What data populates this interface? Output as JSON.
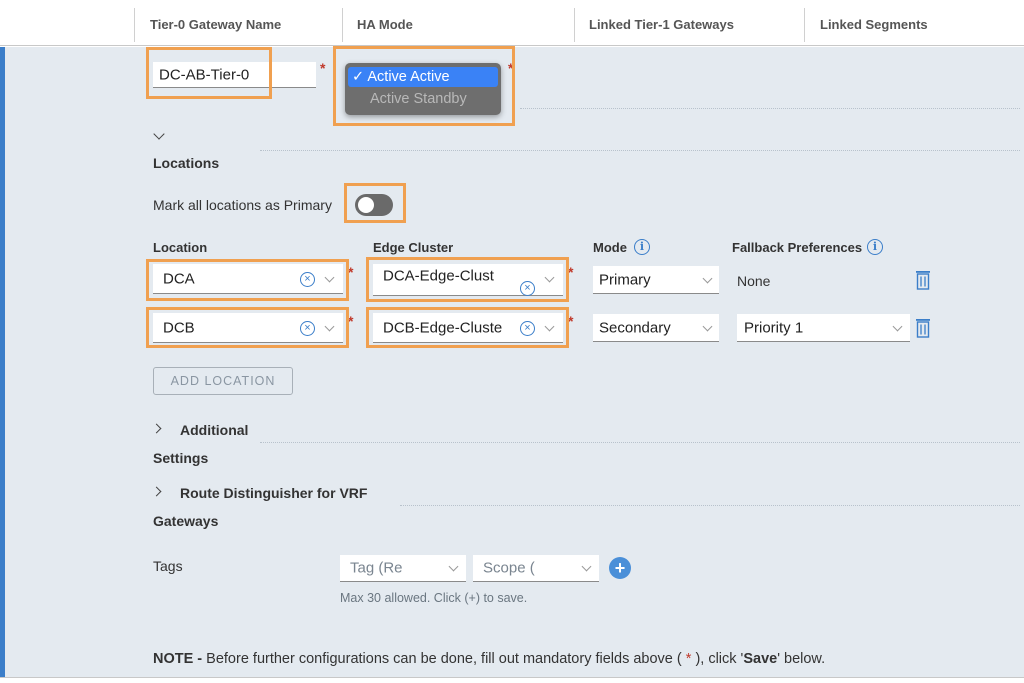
{
  "table_header": {
    "col1": "Tier-0 Gateway Name",
    "col2": "HA Mode",
    "col3": "Linked Tier-1 Gateways",
    "col4": "Linked Segments"
  },
  "gateway": {
    "name_value": "DC-AB-Tier-0",
    "ha_options": [
      {
        "label": "Active Active",
        "selected": true
      },
      {
        "label": "Active Standby",
        "selected": false
      }
    ]
  },
  "locations_section": {
    "title": "Locations",
    "mark_primary_label": "Mark all locations as Primary",
    "mark_primary_on": false,
    "col_location": "Location",
    "col_edge": "Edge Cluster",
    "col_mode": "Mode",
    "col_fallback": "Fallback Preferences",
    "rows": [
      {
        "location": "DCA",
        "edge": "DCA-Edge-Clust",
        "mode": "Primary",
        "fallback": "None"
      },
      {
        "location": "DCB",
        "edge": "DCB-Edge-Cluste",
        "mode": "Secondary",
        "fallback": "Priority 1"
      }
    ],
    "add_button": "ADD LOCATION"
  },
  "additional": {
    "line1": "Additional",
    "line2": "Settings"
  },
  "route_dist": {
    "line1": "Route Distinguisher for VRF",
    "line2": "Gateways"
  },
  "tags": {
    "label": "Tags",
    "tag_placeholder": "Tag (Re",
    "scope_placeholder": "Scope (",
    "hint": "Max 30 allowed. Click (+) to save."
  },
  "note": {
    "prefix": "NOTE -",
    "text1": " Before further configurations can be done, fill out mandatory fields above ( ",
    "star": "*",
    "text2": " ), click '",
    "save": "Save",
    "text3": "' below."
  },
  "colors": {
    "accent": "#3b7ec9",
    "highlight": "#f0a050",
    "panel": "#e4eaf0"
  },
  "icons": [
    "check-icon",
    "toggle-switch",
    "info-icon",
    "clear-icon",
    "chevron-down-icon",
    "trash-icon",
    "caret-right-icon",
    "plus-icon"
  ]
}
